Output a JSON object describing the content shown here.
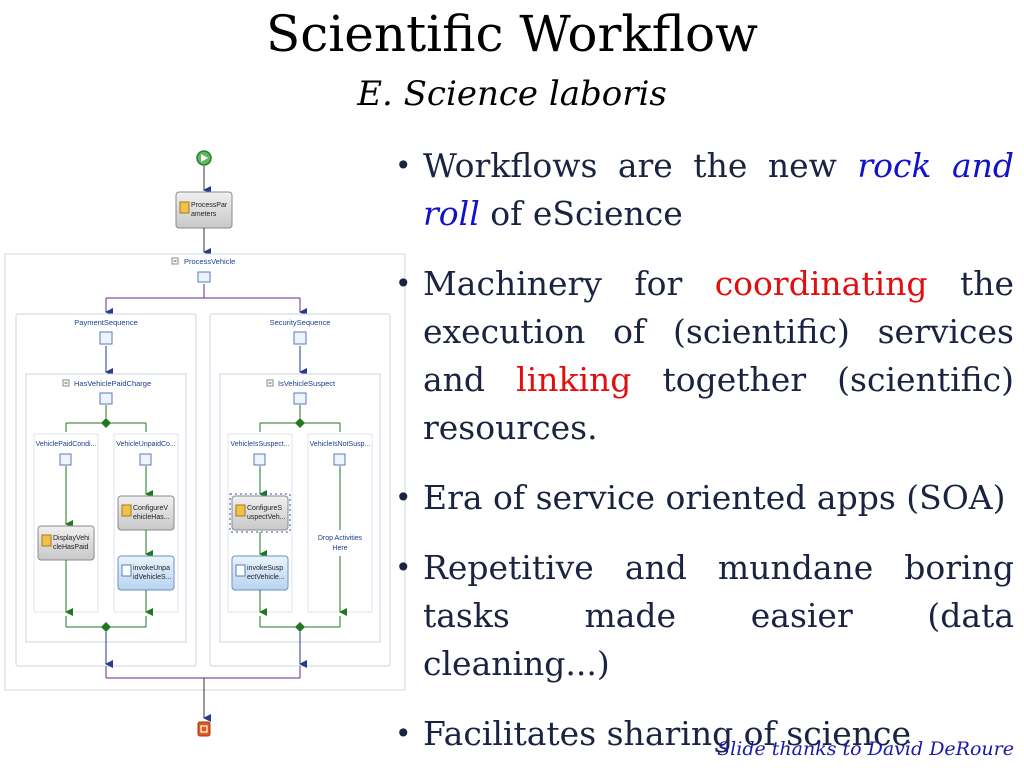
{
  "slide": {
    "title": "Scientific Workflow",
    "subtitle": "E. Science laboris",
    "credit": "Slide thanks to David DeRoure"
  },
  "bullets": [
    {
      "parts": [
        {
          "text": "Workflows are the new ",
          "style": "normal"
        },
        {
          "text": "rock and roll",
          "style": "blue-italic"
        },
        {
          "text": " of eScience",
          "style": "normal"
        }
      ]
    },
    {
      "parts": [
        {
          "text": "Machinery for ",
          "style": "normal"
        },
        {
          "text": "coordinating",
          "style": "red"
        },
        {
          "text": " the execution of (scientific) services and ",
          "style": "normal"
        },
        {
          "text": "linking",
          "style": "red"
        },
        {
          "text": " together (scientific) resources.",
          "style": "normal"
        }
      ]
    },
    {
      "parts": [
        {
          "text": "Era of service oriented apps (SOA)",
          "style": "normal"
        }
      ]
    },
    {
      "parts": [
        {
          "text": "Repetitive and mundane boring tasks made easier (data cleaning...)",
          "style": "normal"
        }
      ]
    },
    {
      "parts": [
        {
          "text": "Facilitates sharing of science",
          "style": "normal"
        }
      ]
    }
  ],
  "workflow": {
    "process_parameters": [
      "ProcessPar",
      "ameters"
    ],
    "process_vehicle": "ProcessVehicle",
    "payment_sequence": "PaymentSequence",
    "security_sequence": "SecuritySequence",
    "has_vehicle_paid_charge": "HasVehiclePaidCharge",
    "is_vehicle_suspect": "IsVehicleSuspect",
    "branch_paid": "VehiclePaidCondi...",
    "branch_unpaid": "VehicleUnpaidCo...",
    "branch_suspect": "VehicleIsSuspect...",
    "branch_not_suspect": "VehicleIsNotSusp...",
    "configure_vehicle": [
      "ConfigureV",
      "ehicleHas..."
    ],
    "display_vehicle": [
      "DisplayVehi",
      "cleHasPaid"
    ],
    "invoke_unpaid": [
      "invokeUnpa",
      "idVehicleS..."
    ],
    "configure_suspect": [
      "ConfigureS",
      "uspectVeh..."
    ],
    "invoke_suspect": [
      "invokeSusp",
      "ectVehicle..."
    ],
    "drop_activities": [
      "Drop Activities",
      "Here"
    ],
    "colors": {
      "activity_gray": "#d8d8d8",
      "activity_blue": "#cfe3f7",
      "label_blue": "#1a3f8c",
      "connector_purple": "#6a2a86",
      "connector_green": "#1f7a1f",
      "start_green": "#5cb85c",
      "end_red": "#e05a1c"
    }
  }
}
